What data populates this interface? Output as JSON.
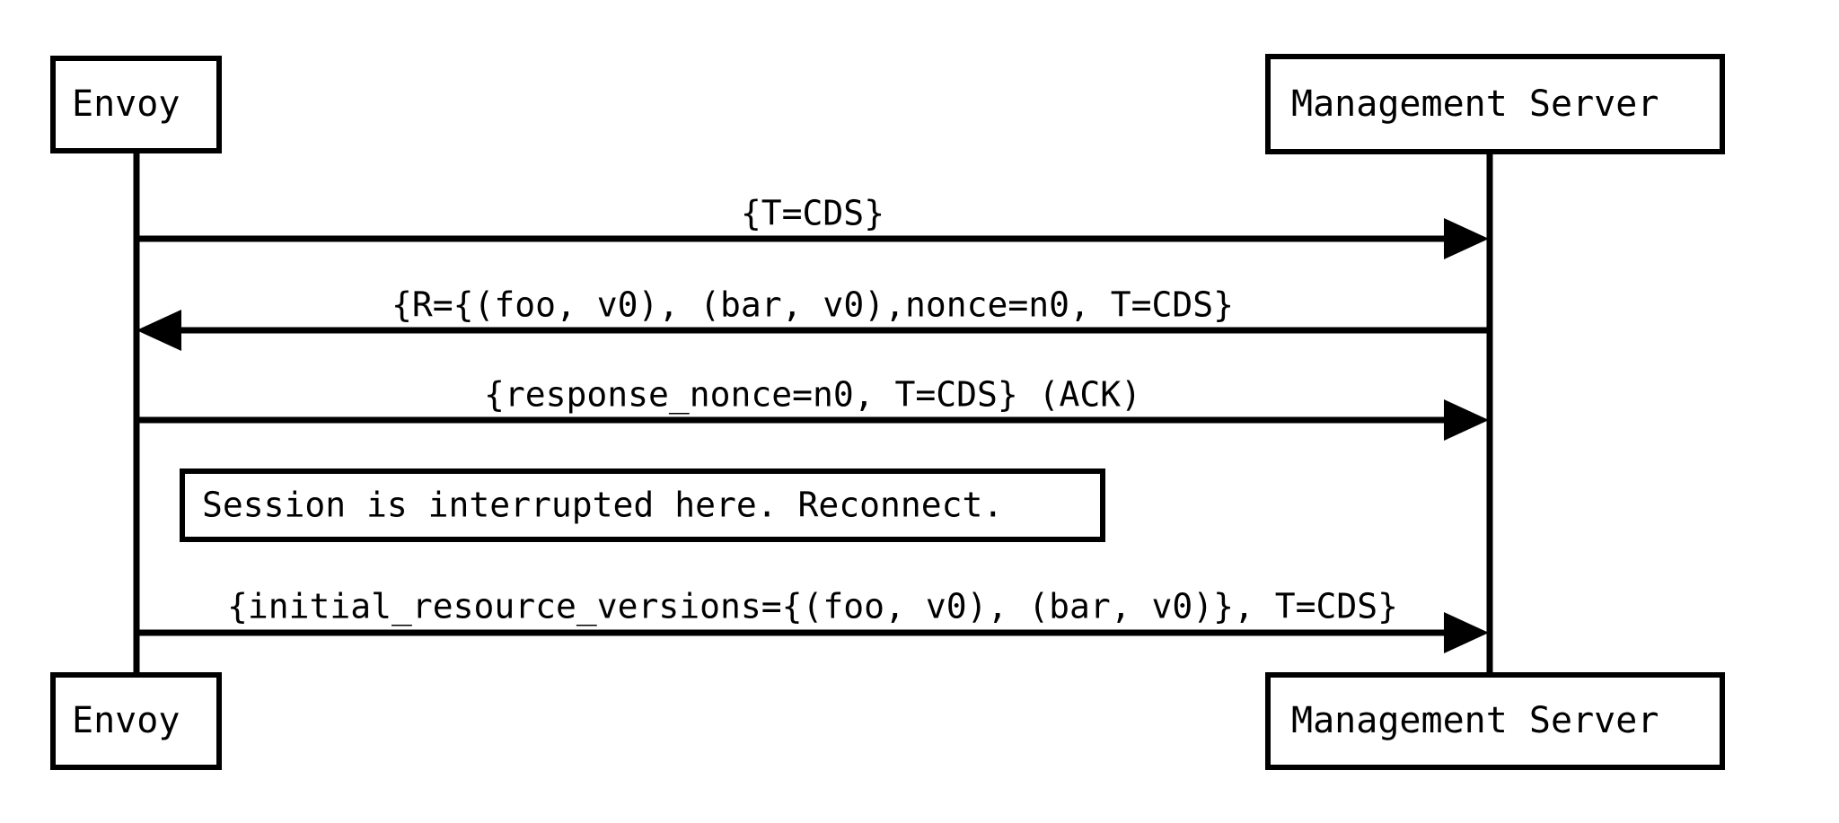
{
  "diagram": {
    "type": "sequence-diagram",
    "background_color": "#ffffff",
    "line_color": "#000000",
    "participants": [
      {
        "id": "envoy",
        "label": "Envoy"
      },
      {
        "id": "management_server",
        "label": "Management Server"
      }
    ],
    "messages": [
      {
        "index": 1,
        "from": "envoy",
        "to": "management_server",
        "direction": "right",
        "label": "{T=CDS}"
      },
      {
        "index": 2,
        "from": "management_server",
        "to": "envoy",
        "direction": "left",
        "label": "{R={(foo, v0), (bar, v0),nonce=n0, T=CDS}"
      },
      {
        "index": 3,
        "from": "envoy",
        "to": "management_server",
        "direction": "right",
        "label": "{response_nonce=n0, T=CDS} (ACK)"
      },
      {
        "index": 4,
        "from": "envoy",
        "to": "management_server",
        "direction": "right",
        "label": "{initial_resource_versions={(foo, v0), (bar, v0)}, T=CDS}"
      }
    ],
    "notes": [
      {
        "index": 1,
        "text": "Session is interrupted here. Reconnect."
      }
    ]
  }
}
